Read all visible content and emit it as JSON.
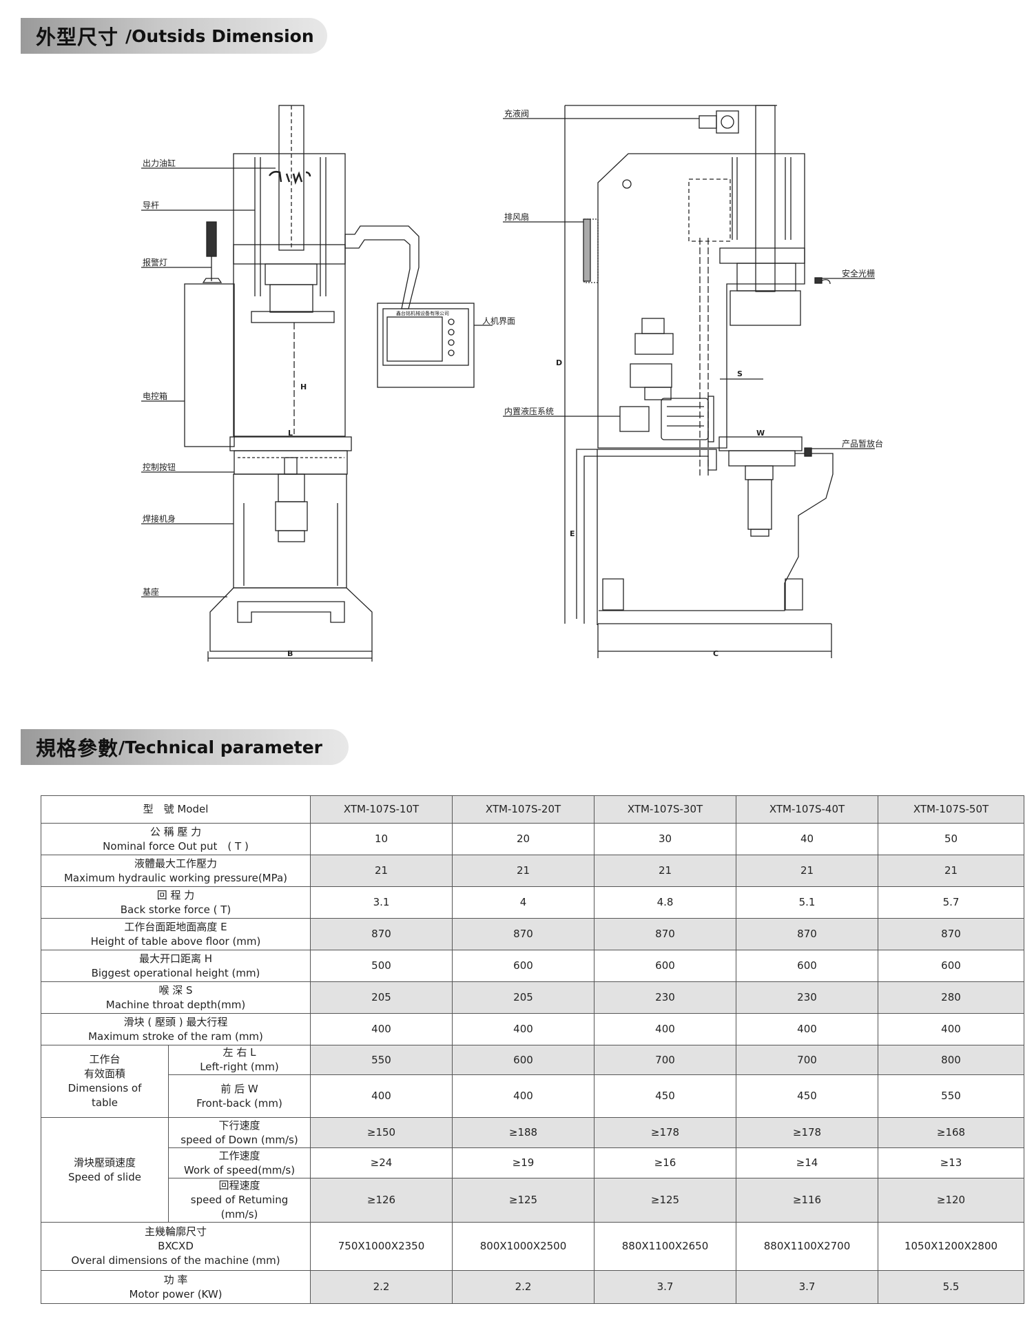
{
  "sections": {
    "dimension": {
      "title_cn": "外型尺寸",
      "title_en": "/Outsids Dimension"
    },
    "technical": {
      "title_cn": "規格參數",
      "title_en": "/Technical parameter"
    }
  },
  "front_view": {
    "labels": [
      "出力油缸",
      "导杆",
      "报警灯",
      "电控箱",
      "控制按钮",
      "焊接机身",
      "基座"
    ],
    "dims": {
      "h": "H",
      "l": "L",
      "b": "B"
    },
    "hmi_label": "人机界面",
    "hmi_brand": "鑫台铭机械设备有限公司"
  },
  "side_view": {
    "labels": [
      "充液阀",
      "排风扇",
      "内置液压系统"
    ],
    "right_labels": [
      "安全光栅",
      "产品暂放台"
    ],
    "dims": {
      "d": "D",
      "s": "S",
      "w": "W",
      "e": "E",
      "c": "C"
    }
  },
  "table": {
    "header": {
      "label_cn": "型　號",
      "label_en": "Model",
      "models": [
        "XTM-107S-10T",
        "XTM-107S-20T",
        "XTM-107S-30T",
        "XTM-107S-40T",
        "XTM-107S-50T"
      ]
    },
    "rows": [
      {
        "cn": "公 稱 壓 力",
        "en": "Nominal force  Out put　( T )",
        "values": [
          "10",
          "20",
          "30",
          "40",
          "50"
        ],
        "shade": false
      },
      {
        "cn": "液體最大工作壓力",
        "en": "Maximum hydraulic working pressure(MPa)",
        "values": [
          "21",
          "21",
          "21",
          "21",
          "21"
        ],
        "shade": true
      },
      {
        "cn": "回 程 力",
        "en": "Back storke force ( T)",
        "values": [
          "3.1",
          "4",
          "4.8",
          "5.1",
          "5.7"
        ],
        "shade": false
      },
      {
        "cn": "工作台面距地面高度 E",
        "en": "Height of table above floor (mm)",
        "values": [
          "870",
          "870",
          "870",
          "870",
          "870"
        ],
        "shade": true
      },
      {
        "cn": "最大开口距离  H",
        "en": "Biggest operational height (mm)",
        "values": [
          "500",
          "600",
          "600",
          "600",
          "600"
        ],
        "shade": false
      },
      {
        "cn": "喉 深 S",
        "en": "Machine throat depth(mm)",
        "values": [
          "205",
          "205",
          "230",
          "230",
          "280"
        ],
        "shade": true
      },
      {
        "cn": "滑块 ( 壓頭 ) 最大行程",
        "en": "Maximum stroke of the ram (mm)",
        "values": [
          "400",
          "400",
          "400",
          "400",
          "400"
        ],
        "shade": false
      }
    ],
    "table_group": {
      "cn1": "工作台",
      "cn2": "有效面積",
      "en1": "Dimensions of",
      "en2": "table",
      "sub": [
        {
          "cn": "左 右 L",
          "en": "Left-right (mm)",
          "values": [
            "550",
            "600",
            "700",
            "700",
            "800"
          ],
          "shade": true
        },
        {
          "cn": "前 后 W",
          "en": "Front-back (mm)",
          "values": [
            "400",
            "400",
            "450",
            "450",
            "550"
          ],
          "shade": false
        }
      ]
    },
    "speed_group": {
      "cn": "滑块壓頭速度",
      "en": "Speed of slide",
      "sub": [
        {
          "cn": "下行速度",
          "en": "speed of Down (mm/s)",
          "values": [
            "≥150",
            "≥188",
            "≥178",
            "≥178",
            "≥168"
          ],
          "shade": true
        },
        {
          "cn": "工作速度",
          "en": "Work of speed(mm/s)",
          "values": [
            "≥24",
            "≥19",
            "≥16",
            "≥14",
            "≥13"
          ],
          "shade": false
        },
        {
          "cn": "回程速度",
          "en": "speed of Retuming",
          "en2": "(mm/s)",
          "values": [
            "≥126",
            "≥125",
            "≥125",
            "≥116",
            "≥120"
          ],
          "shade": true
        }
      ]
    },
    "overall": {
      "cn": "主幾輪廓尺寸",
      "cn2": "BXCXD",
      "en": "Overal dimensions of the machine (mm)",
      "values": [
        "750X1000X2350",
        "800X1000X2500",
        "880X1100X2650",
        "880X1100X2700",
        "1050X1200X2800"
      ],
      "shade": false
    },
    "power": {
      "cn": "功 率",
      "en": "Motor power (KW)",
      "values": [
        "2.2",
        "2.2",
        "3.7",
        "3.7",
        "5.5"
      ],
      "shade": true
    }
  }
}
